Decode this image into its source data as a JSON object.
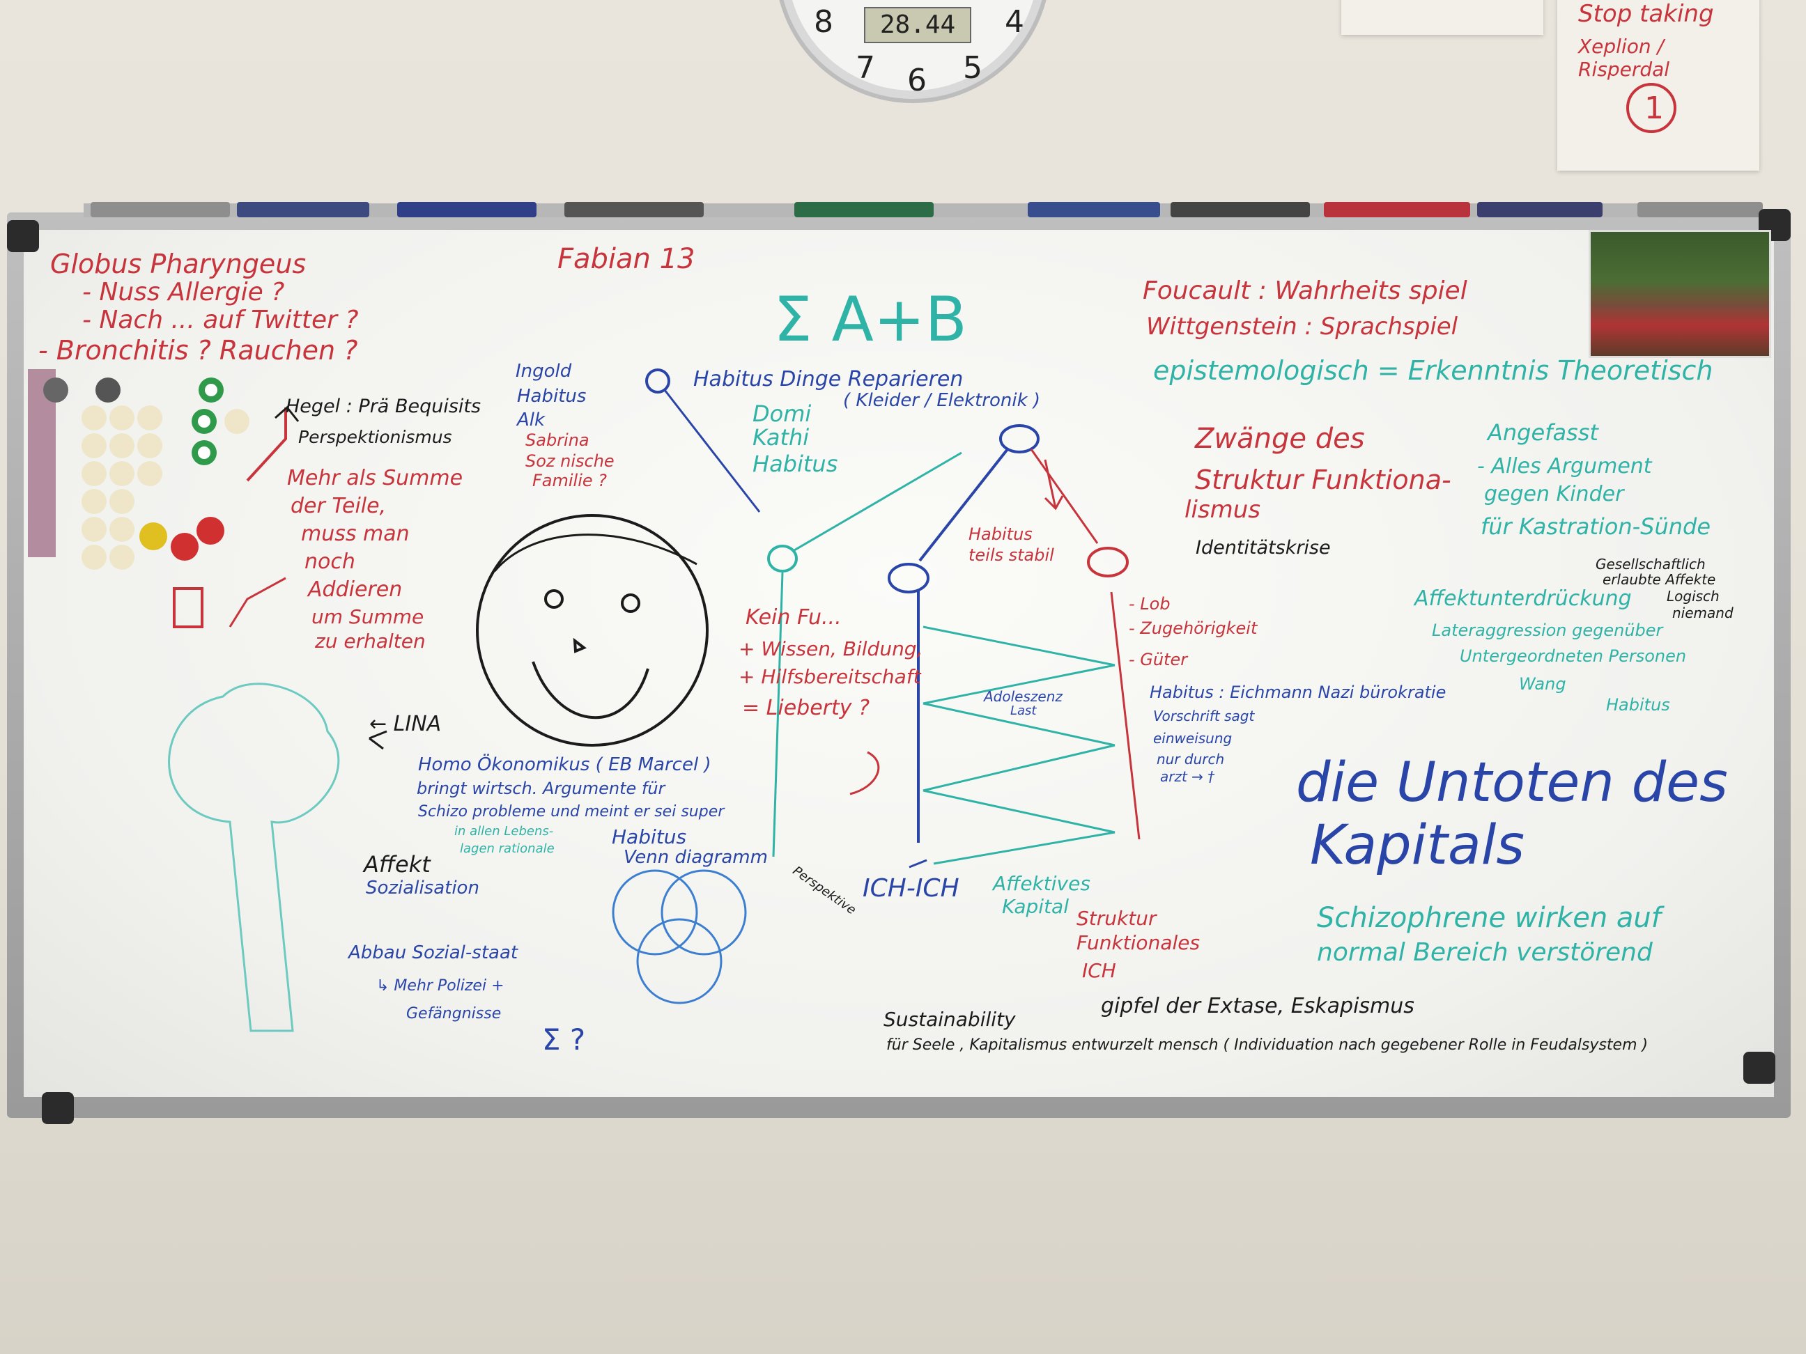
{
  "clock": {
    "numbers": [
      "8",
      "7",
      "6",
      "5",
      "4"
    ],
    "display": "28.44"
  },
  "sticky_notes": {
    "note1_title": "Stop taking",
    "note1_line2": "Xeplion / Risperdal",
    "note1_number": "1"
  },
  "board": {
    "left_top": {
      "line1": "Globus Pharyngeus",
      "line2": "- Nuss Allergie ?",
      "line3": "- Nach ... auf Twitter ?",
      "line4": "- Bronchitis ?  Rauchen ?"
    },
    "date": "Fabian 13",
    "sigma_title": "Σ  A+B",
    "hegel": {
      "line1": "Hegel : Prä Bequisits",
      "line2": "Perspektionismus"
    },
    "mehr_als": [
      "Mehr als Summe",
      "der Teile,",
      "muss man",
      "noch",
      "Addieren",
      "um Summe",
      "zu erhalten"
    ],
    "ingold": [
      "Ingold",
      "Habitus",
      "Alk",
      "Sabrina",
      "Soz nische",
      "Familie ?"
    ],
    "habitus_dinge": "Habitus Dinge Reparieren",
    "kleider": "( Kleider / Elektronik )",
    "domi": [
      "Domi",
      "Kathi",
      "Habitus"
    ],
    "foucault": {
      "line1": "Foucault : Wahrheits spiel",
      "line2": "Wittgenstein : Sprachspiel",
      "line3": "epistemologisch = Erkenntnis Theoretisch"
    },
    "zwaenge": [
      "Zwänge des",
      "Struktur Funktiona-",
      "lismus"
    ],
    "identitaetskrise": "Identitätskrise",
    "angefasst": [
      "Angefasst",
      "- Alles Argument",
      "gegen Kinder",
      "für Kastration-Sünde"
    ],
    "gesellschaft": [
      "Gesellschaftlich",
      "erlaubte Affekte",
      "Logisch",
      "niemand"
    ],
    "affektunterdrueckung": [
      "Affektunterdrückung",
      "Lateraggression gegenüber",
      "Untergeordneten Personen",
      "Wang",
      "Habitus"
    ],
    "habitus_teils": [
      "Habitus",
      "teils stabil"
    ],
    "kein": [
      "Kein Fu...",
      "+ Wissen, Bildung,",
      "+ Hilfsbereitschaft",
      "= Lieberty ?"
    ],
    "lob": [
      "- Lob",
      "- Zugehörigkeit",
      "- Güter"
    ],
    "adoleszenz": [
      "Adoleszenz",
      "Last"
    ],
    "habitus_eichmann": [
      "Habitus : Eichmann Nazi bürokratie",
      "Vorschrift sagt",
      "einweisung",
      "nur durch",
      "arzt → †"
    ],
    "untoten": "die Untoten des",
    "kapitals": "Kapitals",
    "schizophrene": [
      "Schizophrene wirken auf",
      "normal Bereich verstörend"
    ],
    "lina": "← LINA",
    "homo": [
      "Homo Ökonomikus ( EB Marcel )",
      "bringt wirtsch. Argumente für",
      "Schizo probleme und meint er sei super",
      "in allen Lebens-",
      "lagen rationale"
    ],
    "habitus_venn": [
      "Habitus",
      "Venn diagramm"
    ],
    "affekt": [
      "Affekt",
      "Sozialisation"
    ],
    "perspektive": "Perspektive",
    "abbau": [
      "Abbau Sozial-staat",
      "↳ Mehr Polizei +",
      "Gefängnisse"
    ],
    "sigma_q": "Σ ?",
    "ich_ich": "ICH-ICH",
    "affektives": [
      "Affektives",
      "Kapital"
    ],
    "struktur": [
      "Struktur",
      "Funktionales",
      "ICH"
    ],
    "sustainability": "Sustainability",
    "gipfel": "gipfel der Extase, Eskapismus",
    "fuer_seele": "für Seele , Kapitalismus entwurzelt mensch ( Individuation nach gegebener Rolle in Feudalsystem )"
  },
  "colors": {
    "red_marker": "#c8343c",
    "blue_marker": "#2a45a8",
    "cyan_marker": "#2fb3a6",
    "black_marker": "#1b1b1b"
  }
}
